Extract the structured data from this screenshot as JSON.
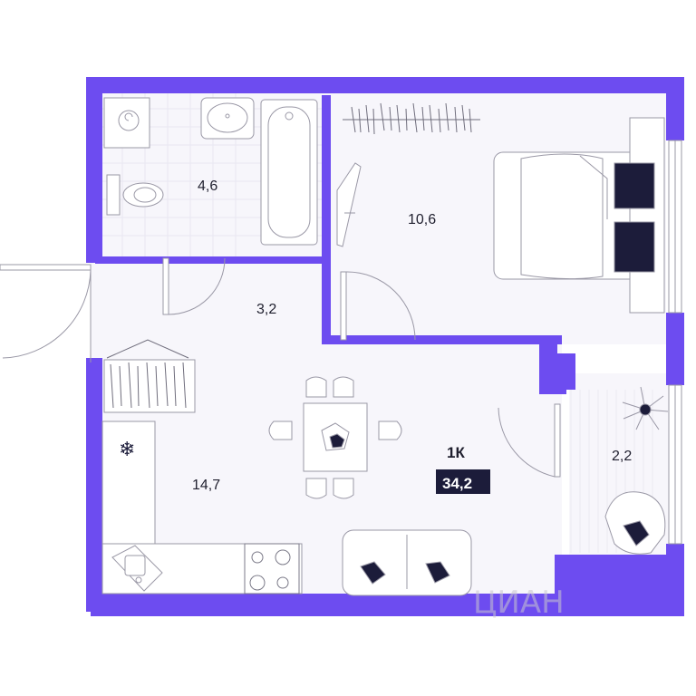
{
  "plan": {
    "colors": {
      "wall": "#6d4cf0",
      "floor": "#f6f5fb",
      "line": "#9a98a6",
      "dark": "#1c1c3a"
    },
    "rooms": {
      "bathroom": {
        "area": "4,6"
      },
      "bedroom": {
        "area": "10,6"
      },
      "hall": {
        "area": "3,2"
      },
      "kitchen_living": {
        "area": "14,7"
      },
      "balcony": {
        "area": "2,2"
      }
    },
    "apartment": {
      "type": "1К",
      "total_area": "34,2"
    },
    "watermark": "ЦИАН",
    "icons": {
      "fridge": "snowflake-icon",
      "plant": "plant-icon"
    }
  }
}
